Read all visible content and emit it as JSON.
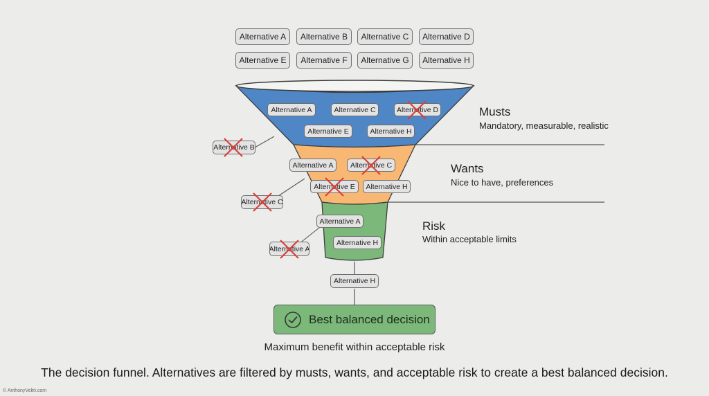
{
  "initial_alternatives": [
    "Alternative A",
    "Alternative B",
    "Alternative C",
    "Alternative D",
    "Alternative E",
    "Alternative F",
    "Alternative G",
    "Alternative H"
  ],
  "stages": [
    {
      "title": "Musts",
      "subtitle": "Mandatory, measurable, realistic",
      "color": "#4f86c6",
      "inside": [
        {
          "label": "Alternative A",
          "crossed": false
        },
        {
          "label": "Alternative C",
          "crossed": false
        },
        {
          "label": "Alternative D",
          "crossed": true
        },
        {
          "label": "Alternative E",
          "crossed": false
        },
        {
          "label": "Alternative H",
          "crossed": false
        }
      ],
      "rejected": "Alternative B"
    },
    {
      "title": "Wants",
      "subtitle": "Nice to have, preferences",
      "color": "#f8b773",
      "inside": [
        {
          "label": "Alternative A",
          "crossed": false
        },
        {
          "label": "Alternative C",
          "crossed": true
        },
        {
          "label": "Alternative E",
          "crossed": true
        },
        {
          "label": "Alternative H",
          "crossed": false
        }
      ],
      "rejected": "Alternative C"
    },
    {
      "title": "Risk",
      "subtitle": "Within acceptable limits",
      "color": "#7bb87a",
      "inside": [
        {
          "label": "Alternative A",
          "crossed": false
        },
        {
          "label": "Alternative H",
          "crossed": false
        }
      ],
      "rejected": "Alternative A"
    }
  ],
  "output_alternative": "Alternative H",
  "result": {
    "label": "Best balanced decision",
    "subtitle": "Maximum benefit within acceptable risk",
    "icon": "check-circle-icon"
  },
  "caption": "The decision funnel. Alternatives are filtered by musts, wants, and acceptable risk to create a best balanced decision.",
  "copyright": "© AnthonyVeltri.com",
  "colors": {
    "background": "#ececea",
    "cross": "#d8413b",
    "chip_bg": "#e3e3e3",
    "chip_border": "#6f6f6f"
  }
}
